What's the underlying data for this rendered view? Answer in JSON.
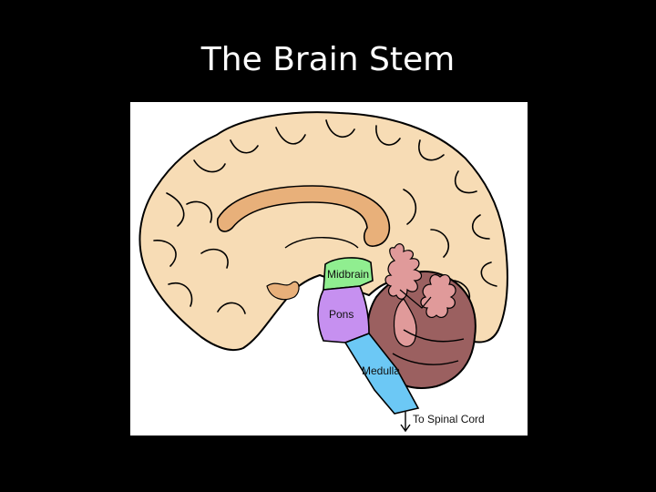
{
  "slide": {
    "title": "The Brain Stem"
  },
  "diagram": {
    "labels": {
      "midbrain": "Midbrain",
      "pons": "Pons",
      "medulla": "Medulla",
      "spinal_cord": "To Spinal Cord"
    },
    "colors": {
      "background": "#000000",
      "cerebrum": "#f7dcb5",
      "corpus_callosum": "#e8b07a",
      "midbrain": "#90ee90",
      "pons": "#c690f0",
      "medulla": "#6cc8f5",
      "cerebellum": "#9b6060",
      "arbor_vitae": "#e09a9a"
    }
  }
}
